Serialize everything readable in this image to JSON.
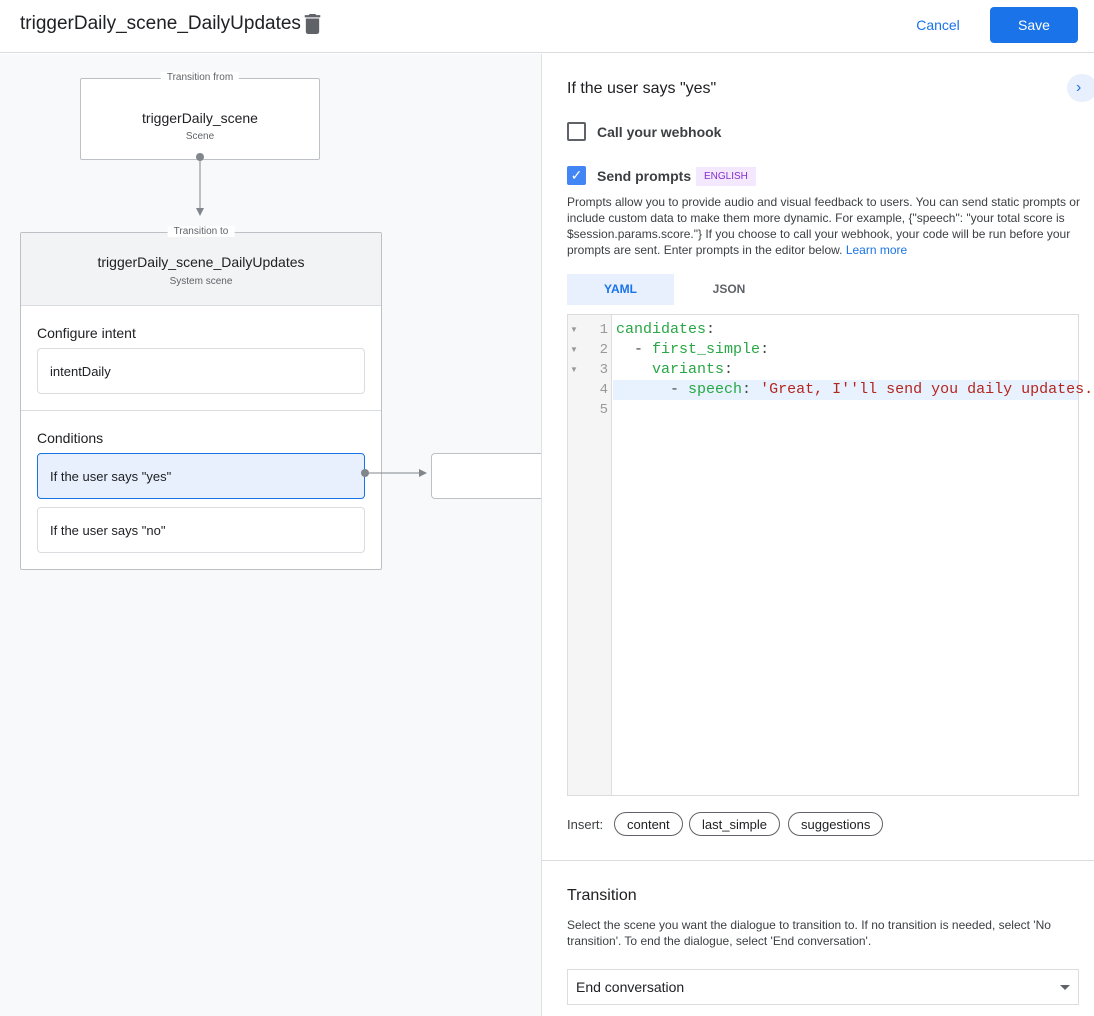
{
  "header": {
    "title": "triggerDaily_scene_DailyUpdates",
    "cancel_label": "Cancel",
    "save_label": "Save"
  },
  "canvas": {
    "from": {
      "label": "Transition from",
      "name": "triggerDaily_scene",
      "type": "Scene"
    },
    "to": {
      "label": "Transition to",
      "name": "triggerDaily_scene_DailyUpdates",
      "type": "System scene"
    },
    "configure_intent": {
      "heading": "Configure intent",
      "intent": "intentDaily"
    },
    "conditions": {
      "heading": "Conditions",
      "items": [
        "If the user says \"yes\"",
        "If the user says \"no\""
      ],
      "selected": 0
    }
  },
  "panel": {
    "title": "If the user says \"yes\"",
    "webhook": {
      "label": "Call your webhook",
      "checked": false
    },
    "prompts": {
      "label": "Send prompts",
      "checked": true,
      "badge": "ENGLISH",
      "description": "Prompts allow you to provide audio and visual feedback to users. You can send static prompts or include custom data to make them more dynamic. For example, {\"speech\": \"your total score is $session.params.score.\"} If you choose to call your webhook, your code will be run before your prompts are sent. Enter prompts in the editor below. ",
      "learn_more": "Learn more"
    },
    "tabs": [
      {
        "label": "YAML",
        "active": true
      },
      {
        "label": "JSON",
        "active": false
      }
    ],
    "editor": {
      "line_numbers": [
        "1",
        "2",
        "3",
        "4",
        "5"
      ],
      "lines": [
        {
          "indent": "",
          "key": "candidates",
          "dash": false,
          "value": ""
        },
        {
          "indent": "  ",
          "key": "first_simple",
          "dash": true,
          "value": ""
        },
        {
          "indent": "    ",
          "key": "variants",
          "dash": false,
          "value": ""
        },
        {
          "indent": "      ",
          "key": "speech",
          "dash": true,
          "value": "'Great, I''ll send you daily updates."
        }
      ]
    },
    "insert": {
      "label": "Insert:",
      "chips": [
        "content",
        "last_simple",
        "suggestions"
      ]
    },
    "transition": {
      "heading": "Transition",
      "description": "Select the scene you want the dialogue to transition to. If no transition is needed, select 'No transition'. To end the dialogue, select 'End conversation'.",
      "selected": "End conversation"
    }
  },
  "colors": {
    "accent": "#1a73e8",
    "selected_bg": "#e8f0fe",
    "badge_bg": "#f3e8fd",
    "badge_text": "#8430ce"
  }
}
